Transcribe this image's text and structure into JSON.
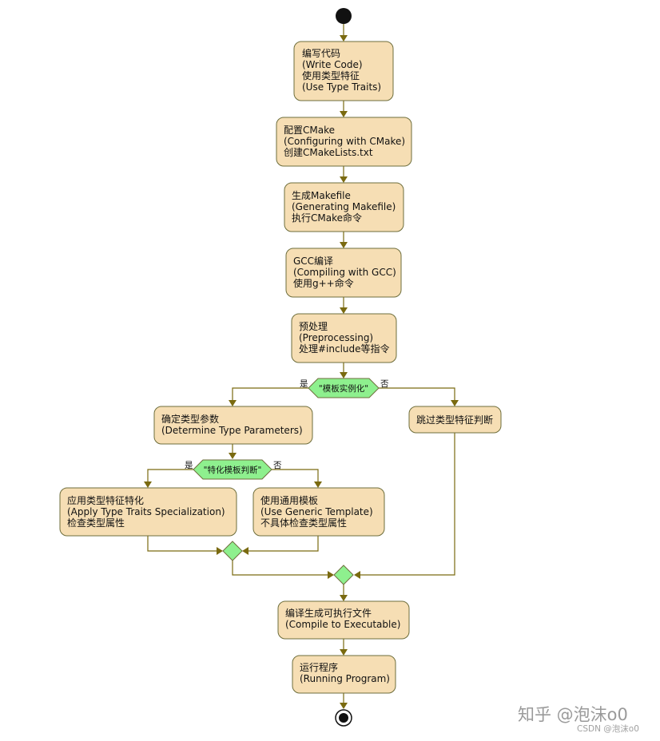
{
  "nodes": {
    "write_code": [
      "编写代码",
      "(Write Code)",
      "使用类型特征",
      "(Use Type Traits)"
    ],
    "configure_cmake": [
      "配置CMake",
      "(Configuring with CMake)",
      "创建CMakeLists.txt"
    ],
    "generate_makefile": [
      "生成Makefile",
      "(Generating Makefile)",
      "执行CMake命令"
    ],
    "gcc_compile": [
      "GCC编译",
      "(Compiling with GCC)",
      "使用g++命令"
    ],
    "preprocess": [
      "预处理",
      "(Preprocessing)",
      "处理#include等指令"
    ],
    "determine_types": [
      "确定类型参数",
      "(Determine Type Parameters)"
    ],
    "skip_traits": [
      "跳过类型特征判断"
    ],
    "apply_specialization": [
      "应用类型特征特化",
      "(Apply Type Traits Specialization)",
      "检查类型属性"
    ],
    "generic_template": [
      "使用通用模板",
      "(Use Generic Template)",
      "不具体检查类型属性"
    ],
    "compile_exec": [
      "编译生成可执行文件",
      "(Compile to Executable)"
    ],
    "run_program": [
      "运行程序",
      "(Running Program)"
    ]
  },
  "decisions": {
    "template_instantiation": {
      "text": "\"模板实例化\"",
      "yes": "是",
      "no": "否"
    },
    "specialization_check": {
      "text": "\"特化模板判断\"",
      "yes": "是",
      "no": "否"
    }
  },
  "watermark": {
    "brand": "知乎 @泡沫o0",
    "source": "CSDN @泡沫o0"
  },
  "colors": {
    "box_fill": "#f6deb4",
    "decision_fill": "#8ef08e",
    "arrow": "#7a6a10"
  }
}
